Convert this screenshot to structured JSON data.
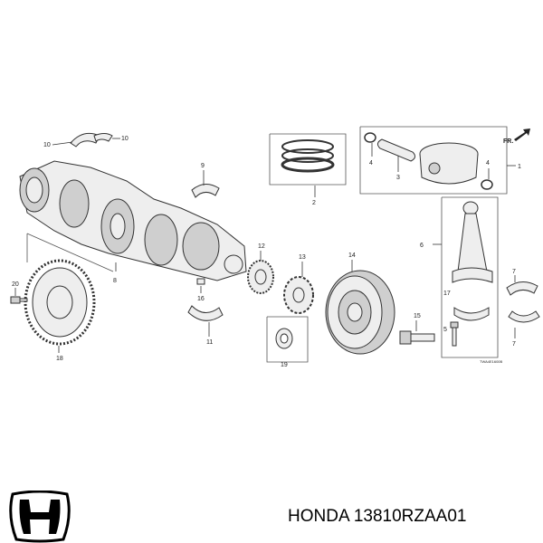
{
  "callouts": {
    "c1": "1",
    "c2": "2",
    "c3": "3",
    "c4a": "4",
    "c4b": "4",
    "c5": "5",
    "c6": "6",
    "c7a": "7",
    "c7b": "7",
    "c8": "8",
    "c9": "9",
    "c10a": "10",
    "c10b": "10",
    "c11": "11",
    "c12": "12",
    "c13": "13",
    "c14": "14",
    "c15": "15",
    "c16": "16",
    "c17": "17",
    "c18": "18",
    "c19": "19",
    "c20": "20"
  },
  "front_marker": "FR.",
  "figure_code": "TWA4E1600B",
  "caption": "HONDA 13810RZAA01",
  "colors": {
    "line": "#333333",
    "part_fill": "#eeeeee",
    "shade": "#cfcfcf"
  }
}
